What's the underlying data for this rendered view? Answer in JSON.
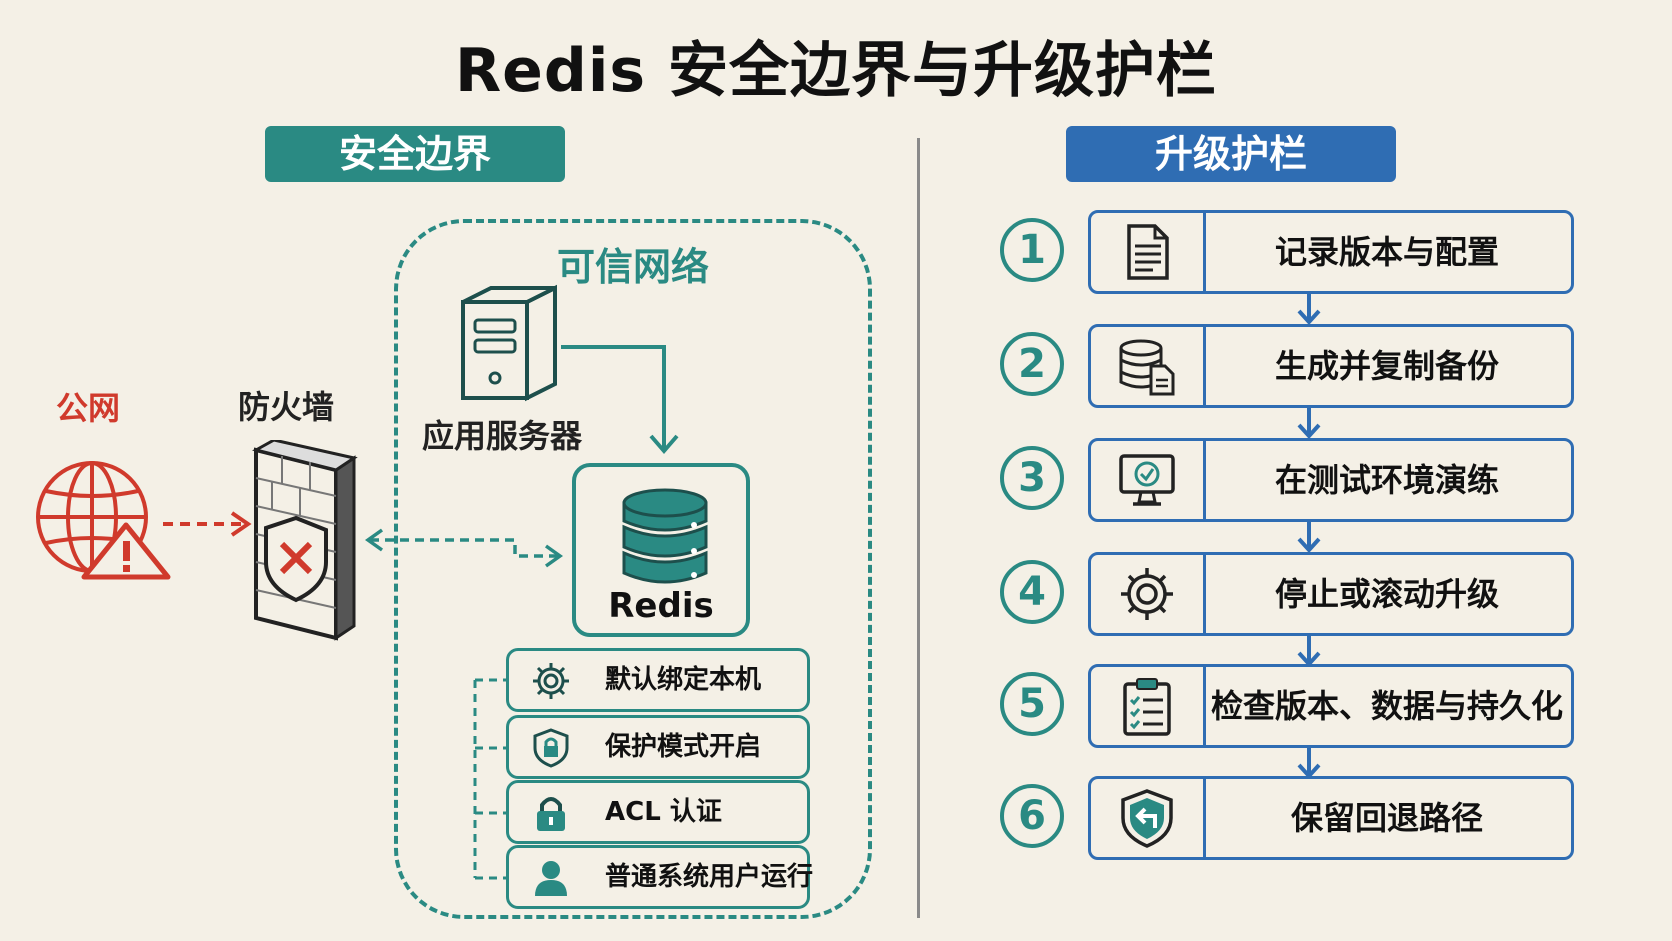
{
  "title": "Redis 安全边界与升级护栏",
  "left": {
    "header": "安全边界",
    "public_label": "公网",
    "firewall_label": "防火墙",
    "trusted_label": "可信网络",
    "app_server_label": "应用服务器",
    "redis_label": "Redis",
    "features": [
      {
        "label": "默认绑定本机",
        "icon": "gear-icon"
      },
      {
        "label": "保护模式开启",
        "icon": "shield-lock-icon"
      },
      {
        "label": "ACL 认证",
        "icon": "lock-icon"
      },
      {
        "label": "普通系统用户运行",
        "icon": "user-icon"
      }
    ]
  },
  "right": {
    "header": "升级护栏",
    "steps": [
      {
        "num": "1",
        "label": "记录版本与配置",
        "icon": "document-icon"
      },
      {
        "num": "2",
        "label": "生成并复制备份",
        "icon": "database-backup-icon"
      },
      {
        "num": "3",
        "label": "在测试环境演练",
        "icon": "monitor-check-icon"
      },
      {
        "num": "4",
        "label": "停止或滚动升级",
        "icon": "gear-icon"
      },
      {
        "num": "5",
        "label": "检查版本、数据与持久化",
        "icon": "checklist-icon"
      },
      {
        "num": "6",
        "label": "保留回退路径",
        "icon": "shield-rollback-icon"
      }
    ]
  },
  "colors": {
    "teal": "#2a8a83",
    "blue": "#2f6db3",
    "red": "#d03a2c",
    "background": "#f4f0e6"
  }
}
